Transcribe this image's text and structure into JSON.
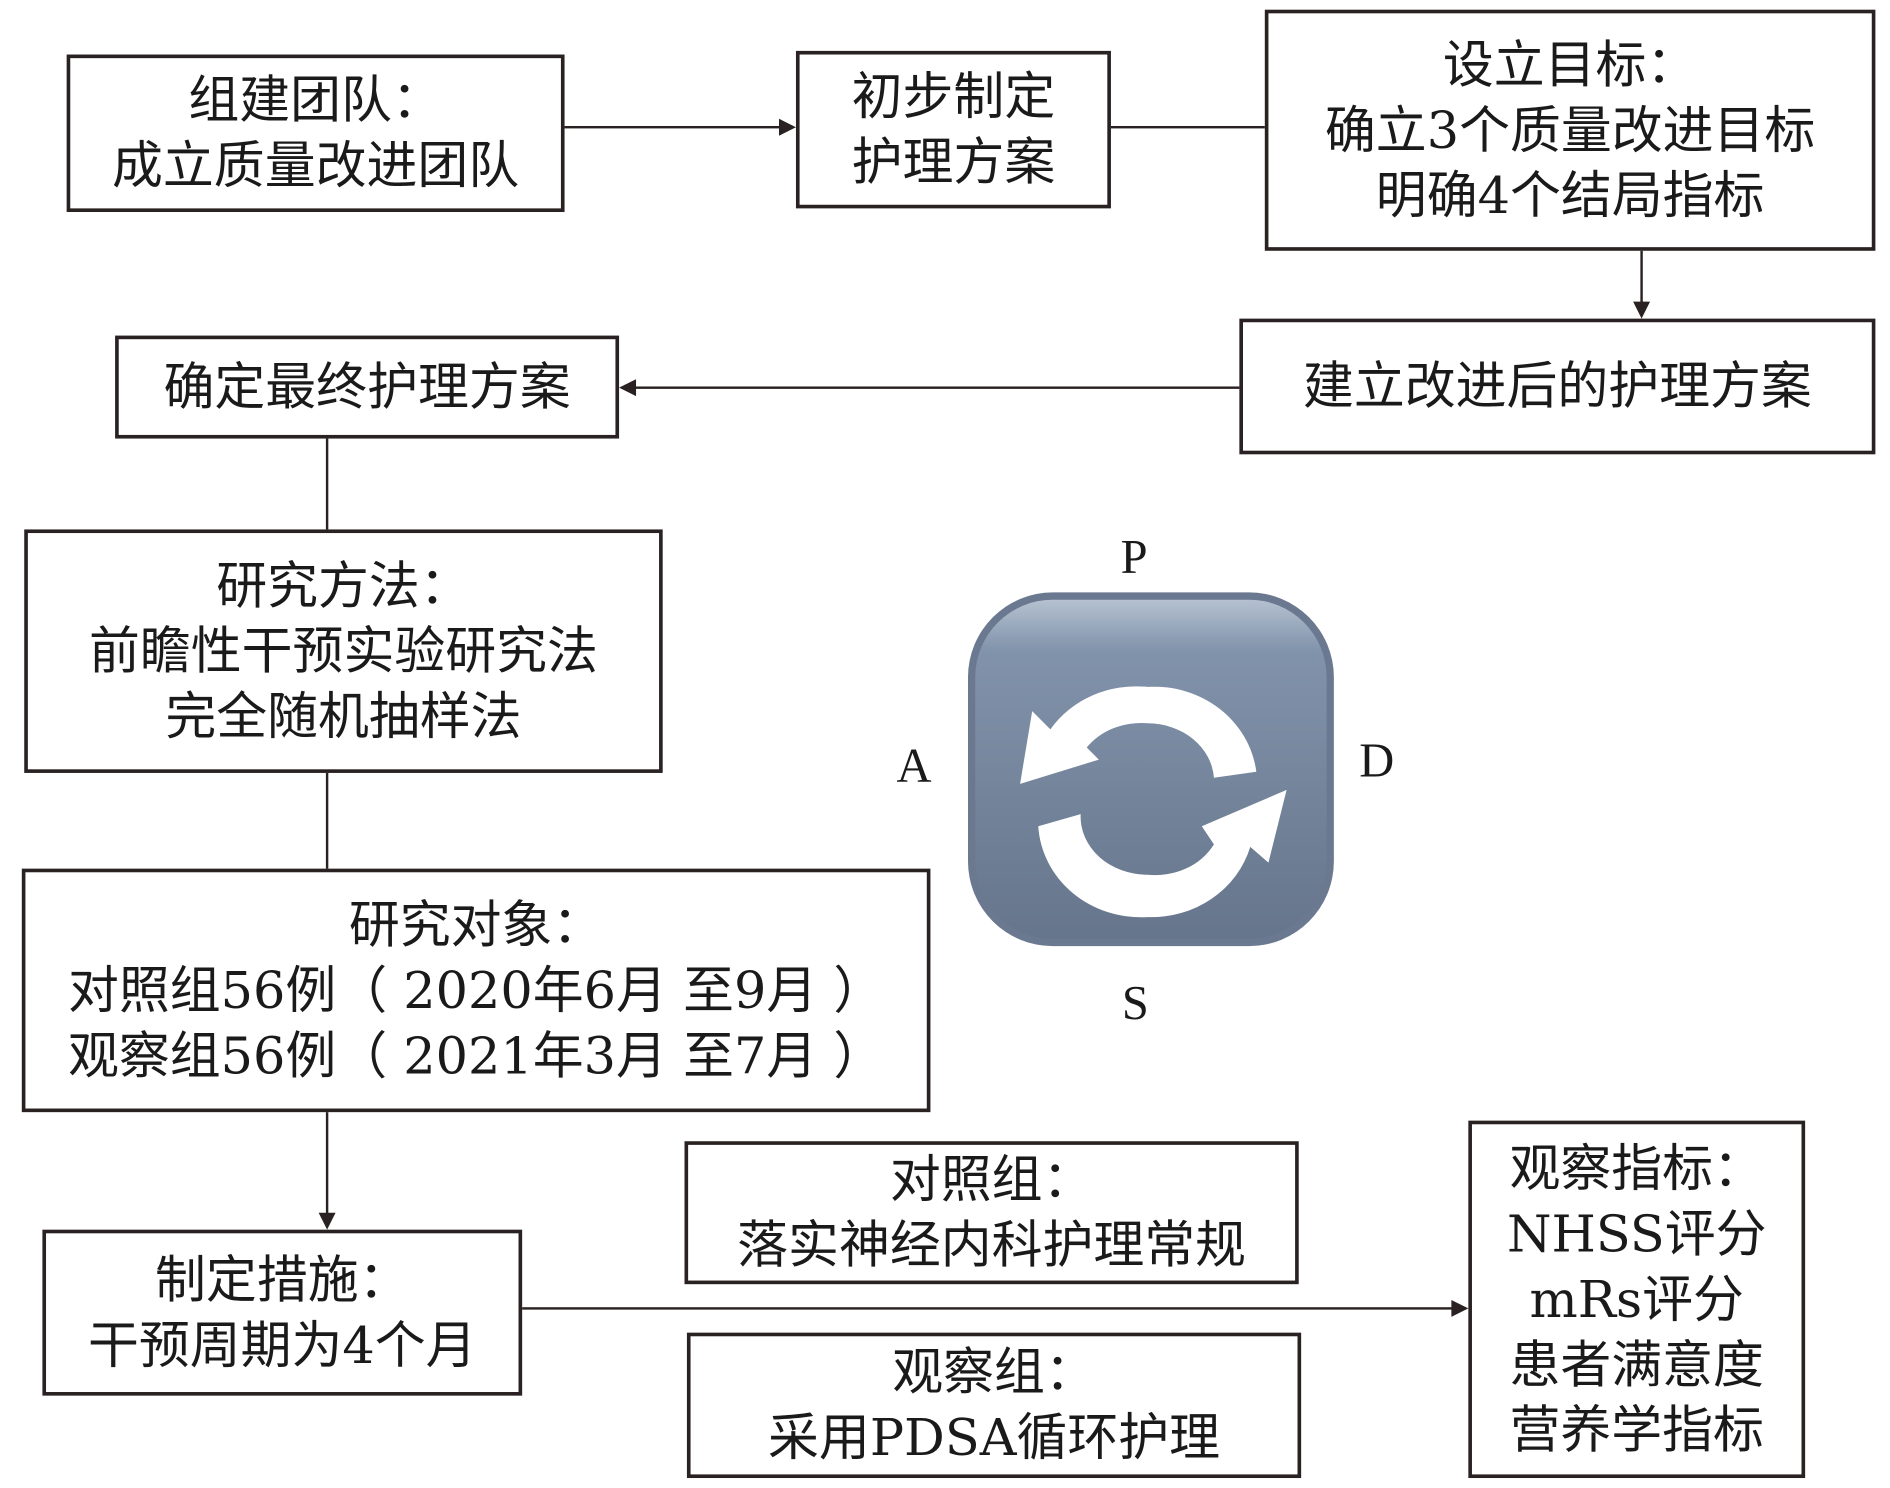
{
  "boxes": {
    "form_team": {
      "title": "组建团队：",
      "lines": [
        "成立质量改进团队"
      ]
    },
    "initial_plan": {
      "lines": [
        "初步制定",
        "护理方案"
      ]
    },
    "set_goals": {
      "title": "设立目标：",
      "lines": [
        "确立3个质量改进目标",
        "明确4个结局指标"
      ]
    },
    "improved_plan": {
      "lines": [
        "建立改进后的护理方案"
      ]
    },
    "final_plan": {
      "lines": [
        "确定最终护理方案"
      ]
    },
    "method": {
      "title": "研究方法：",
      "lines": [
        "前瞻性干预实验研究法",
        "完全随机抽样法"
      ]
    },
    "subjects": {
      "title": "研究对象：",
      "lines": [
        "对照组56例（ 2020年6月 至9月 ）",
        "观察组56例（ 2021年3月 至7月 ）"
      ]
    },
    "measures": {
      "title": "制定措施：",
      "lines": [
        "干预周期为4个月"
      ]
    },
    "control": {
      "title": "对照组：",
      "lines": [
        "落实神经内科护理常规"
      ]
    },
    "observe": {
      "title": "观察组：",
      "lines": [
        "采用PDSA循环护理"
      ]
    },
    "indicators": {
      "title": "观察指标：",
      "lines": [
        "NHSS评分",
        "mRs评分",
        "患者满意度",
        "营养学指标"
      ]
    }
  },
  "cycle": {
    "p": "P",
    "d": "D",
    "s": "S",
    "a": "A",
    "icon": "cycle-arrows-icon",
    "icon_color": "#6f7f96"
  }
}
